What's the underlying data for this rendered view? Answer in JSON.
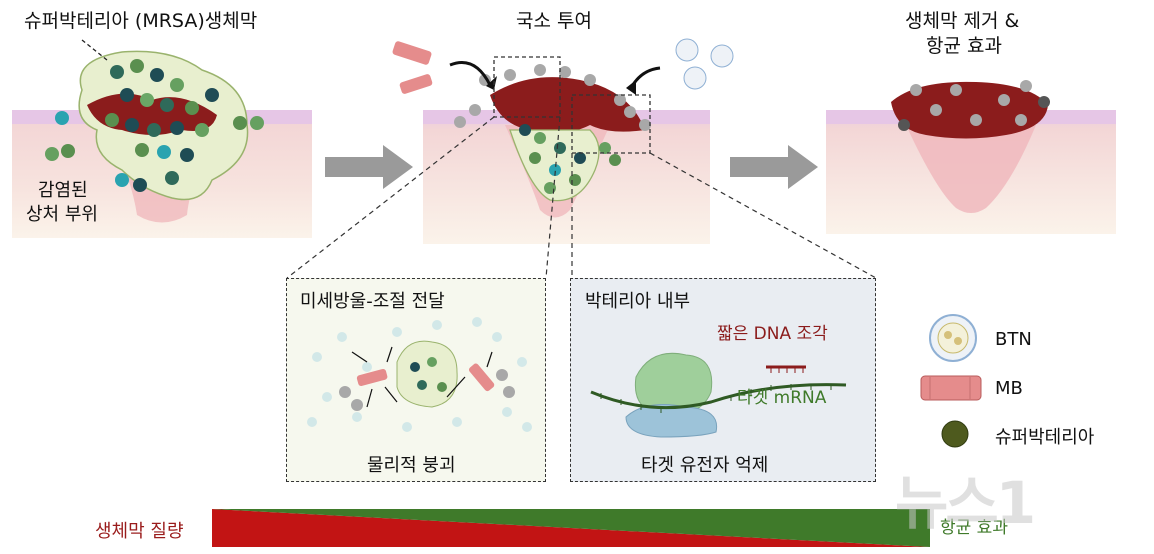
{
  "panels": {
    "left_title": "슈퍼박테리아 (MRSA)생체막",
    "left_wound_line1": "감염된",
    "left_wound_line2": "상처 부위",
    "middle_title": "국소 투여",
    "right_title_line1": "생체막 제거 &",
    "right_title_line2": "항균 효과"
  },
  "inset_left": {
    "title": "미세방울-조절 전달",
    "caption": "물리적 붕괴"
  },
  "inset_right": {
    "title": "박테리아 내부",
    "dna_label": "짧은 DNA 조각",
    "mrna_label": "타겟 mRNA",
    "caption": "타겟 유전자 억제"
  },
  "legend": {
    "items": [
      {
        "label": "BTN",
        "icon": "btn-nanoparticle-icon"
      },
      {
        "label": "MB",
        "icon": "microbubble-rod-icon"
      },
      {
        "label": "슈퍼박테리아",
        "icon": "bacteria-dot-icon"
      }
    ]
  },
  "gradient_bar": {
    "left_label": "생체막 질량",
    "right_label": "항균 효과"
  },
  "watermark": "뉴스1",
  "colors": {
    "biofilm_red": "#8b1c1c",
    "antibacterial_green": "#3f7a2a",
    "skin_pink": "#f6d7d4",
    "arrow_gray": "#9a9a9a"
  }
}
